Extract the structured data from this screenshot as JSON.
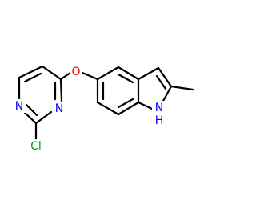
{
  "molecule": {
    "atoms": {
      "O": {
        "text": "O",
        "color": "#ff0000"
      },
      "N_upper": {
        "text": "N",
        "color": "#0000ff"
      },
      "N_lower": {
        "text": "N",
        "color": "#0000ff"
      },
      "Cl": {
        "text": "Cl",
        "color": "#00a000"
      },
      "NH_N": {
        "text": "N",
        "color": "#0000ff"
      },
      "NH_H": {
        "text": "H",
        "color": "#0000ff"
      }
    },
    "colors": {
      "bond": "#000000",
      "oxygen": "#ff0000",
      "nitrogen": "#0000ff",
      "chlorine": "#00a000"
    }
  }
}
